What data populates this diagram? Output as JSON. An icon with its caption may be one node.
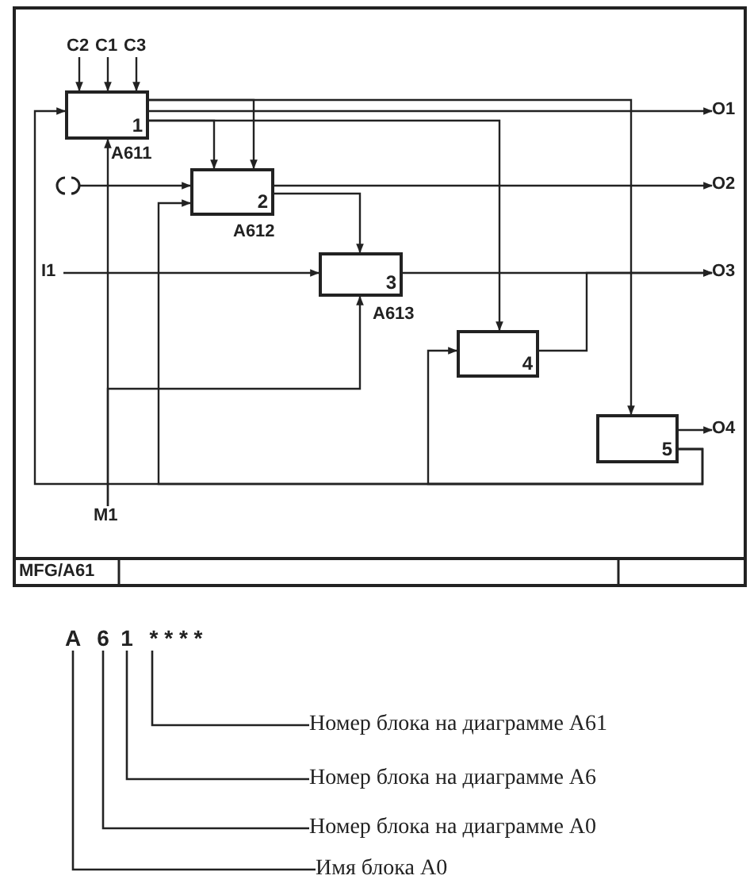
{
  "diagram": {
    "nodes": [
      {
        "text": [
          "C2"
        ]
      },
      {
        "text": [
          "C1"
        ]
      },
      {
        "text": [
          "C3"
        ]
      },
      {
        "text": [
          "1"
        ],
        "beside": [
          "A611"
        ]
      },
      {
        "text": [
          "2"
        ],
        "beside": [
          "A612"
        ]
      },
      {
        "text": [
          "I1"
        ]
      },
      {
        "text": [
          "3"
        ],
        "beside": [
          "A613"
        ]
      },
      {
        "text": [
          "4"
        ]
      },
      {
        "text": [
          "5"
        ]
      },
      {
        "text": [
          "O1"
        ]
      },
      {
        "text": [
          "O2"
        ]
      },
      {
        "text": [
          "O3"
        ]
      },
      {
        "text": [
          "O4"
        ]
      },
      {
        "text": [
          "M1"
        ]
      },
      {
        "text": [
          "A"
        ]
      },
      {
        "text": [
          "6"
        ]
      },
      {
        "text": [
          "1"
        ]
      },
      {
        "text": [
          "* * * *"
        ]
      },
      {
        "text": [
          "Номер блока на диаграмме A61"
        ]
      },
      {
        "text": [
          "Номер блока на диаграмме A6"
        ]
      },
      {
        "text": [
          "Номер блока на диаграмме A0"
        ]
      },
      {
        "text": [
          "Имя блока A0"
        ]
      },
      {
        "text": [],
        "shape": "circle"
      }
    ],
    "edges": [
      {
        "from": 0,
        "to": 3,
        "arrow": "to"
      },
      {
        "from": 1,
        "to": 3,
        "arrow": "to"
      },
      {
        "from": 2,
        "to": 3,
        "arrow": "to"
      },
      {
        "from": 3,
        "to": 4,
        "arrow": "to"
      },
      {
        "from": 3,
        "to": 4,
        "arrow": "to"
      },
      {
        "from": 3,
        "to": 9,
        "arrow": "to"
      },
      {
        "from": 3,
        "to": 7,
        "arrow": "to"
      },
      {
        "from": 3,
        "to": 8,
        "arrow": "to"
      },
      {
        "from": 22,
        "to": 4,
        "arrow": "to"
      },
      {
        "from": 4,
        "to": 10,
        "arrow": "to"
      },
      {
        "from": 4,
        "to": 6,
        "arrow": "to"
      },
      {
        "from": 5,
        "to": 6,
        "arrow": "to"
      },
      {
        "from": 6,
        "to": 11,
        "arrow": "to"
      },
      {
        "from": 7,
        "to": 11,
        "arrow": "to"
      },
      {
        "from": 8,
        "to": 12,
        "arrow": "to"
      },
      {
        "from": 8,
        "to": 3,
        "arrow": "to"
      },
      {
        "from": 8,
        "to": 4,
        "arrow": "to"
      },
      {
        "from": 8,
        "to": 7,
        "arrow": "to"
      },
      {
        "from": 13,
        "to": 3,
        "arrow": "to"
      },
      {
        "from": 13,
        "to": 6,
        "arrow": "to"
      },
      {
        "from": 18,
        "to": 17,
        "arrow": "none"
      },
      {
        "from": 19,
        "to": 16,
        "arrow": "none"
      },
      {
        "from": 20,
        "to": 15,
        "arrow": "none"
      },
      {
        "from": 21,
        "to": 14,
        "arrow": "none"
      }
    ],
    "labels": [
      "MFG/A61"
    ]
  }
}
